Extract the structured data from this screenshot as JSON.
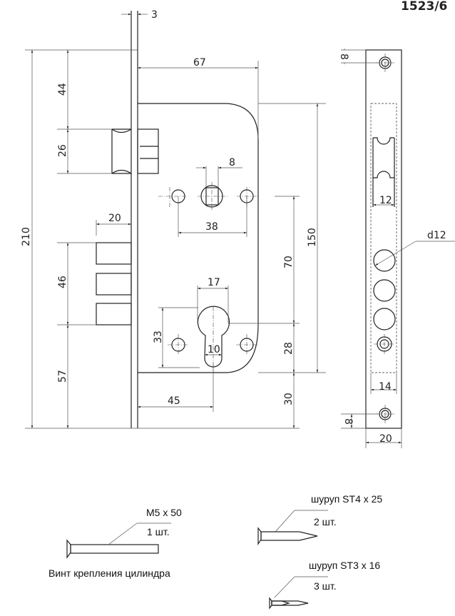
{
  "title": "1523/6",
  "dimensions": {
    "faceplate_thickness": "3",
    "backset_body": "67",
    "total_height": "210",
    "top_to_latch": "44",
    "latch_height": "26",
    "bolt_projection": "20",
    "deadbolt_height": "46",
    "deadbolt_to_bottom": "57",
    "spindle_square": "8",
    "spindle_screw_spacing": "38",
    "body_height": "150",
    "spindle_to_cylinder": "70",
    "cylinder_width": "17",
    "cylinder_height": "33",
    "cylinder_slot": "10",
    "cylinder_to_body_bottom": "28",
    "body_bottom_to_faceplate": "30",
    "backset": "45",
    "faceplate_screw_top": "8",
    "faceplate_screw_bottom": "8",
    "latch_opening": "12",
    "bolt_hole_diameter": "d12",
    "opening_width": "14",
    "faceplate_width": "20"
  },
  "parts": {
    "cylinder_screw": {
      "size": "M5 x 50",
      "qty": "1 шт.",
      "caption": "Винт крепления цилиндра"
    },
    "screw_st4": {
      "size": "шуруп ST4 x 25",
      "qty": "2 шт."
    },
    "screw_st3": {
      "size": "шуруп ST3 x 16",
      "qty": "3 шт."
    }
  }
}
